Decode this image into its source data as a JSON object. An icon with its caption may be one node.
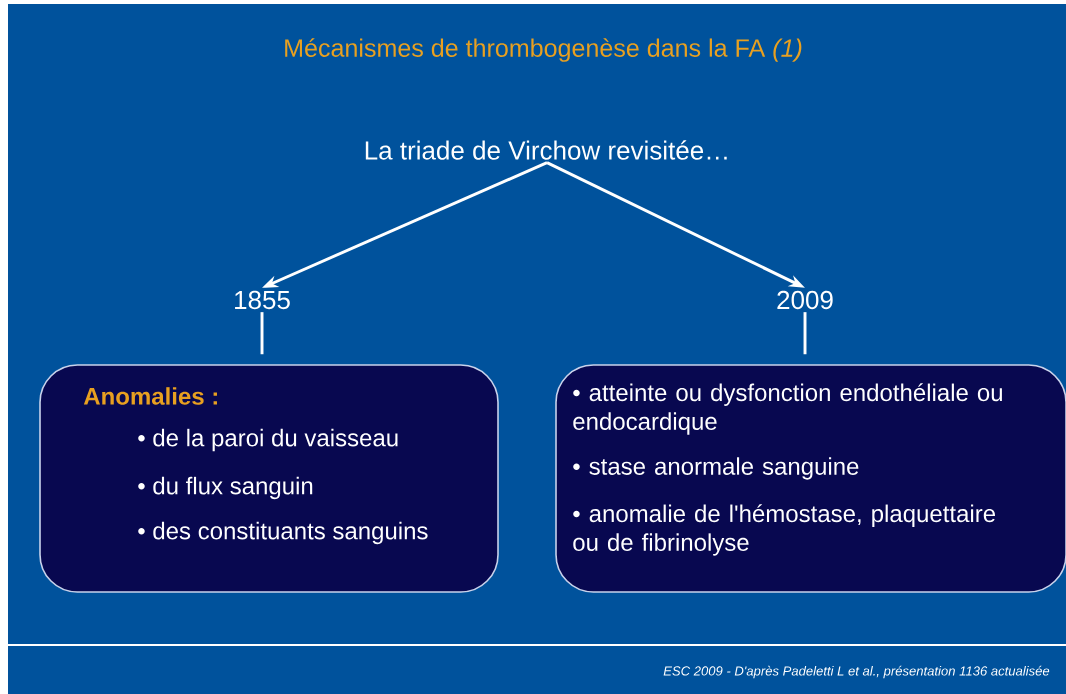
{
  "diagram": {
    "title": "Mécanismes de thrombogenèse dans la FA *(1)*",
    "nodes": [
      {
        "text": [
          "La triade de Virchow revisitée…"
        ]
      },
      {
        "text": [
          "1855"
        ]
      },
      {
        "text": [
          "2009"
        ]
      },
      {
        "text": [
          "Anomalies :",
          "• de la paroi du vaisseau",
          "• du flux sanguin",
          "• des constituants sanguins"
        ]
      },
      {
        "text": [
          "• atteinte ou dysfonction endothéliale ou endocardique",
          "• stase anormale sanguine",
          "• anomalie de l'hémostase, plaquettaire ou de fibrinolyse"
        ]
      }
    ],
    "edges": [
      {
        "from": 0,
        "to": 1,
        "arrow": "to"
      },
      {
        "from": 0,
        "to": 2,
        "arrow": "to"
      },
      {
        "from": 1,
        "to": 3,
        "arrow": "none"
      },
      {
        "from": 2,
        "to": 4,
        "arrow": "none"
      }
    ],
    "labels": [
      "ESC 2009 - D'après Padeletti L et al., présentation 1136 actualisée"
    ]
  }
}
